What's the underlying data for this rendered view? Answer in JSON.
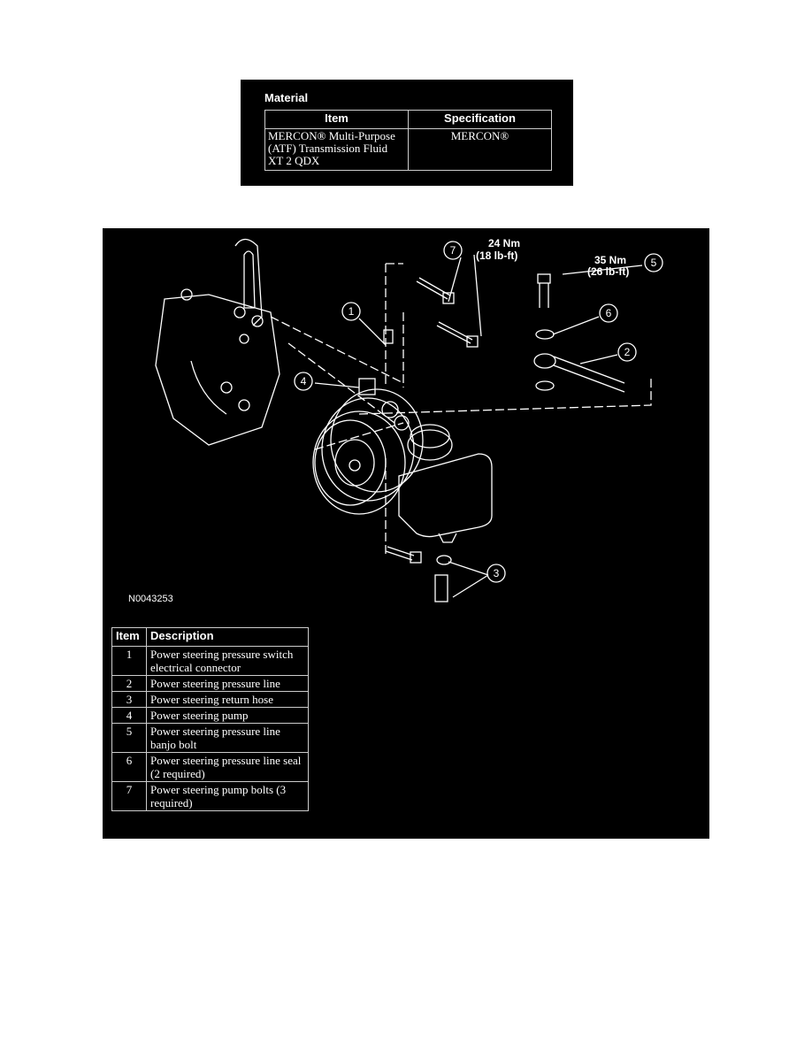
{
  "material": {
    "title": "Material",
    "headers": [
      "Item",
      "Specification"
    ],
    "rows": [
      {
        "item": "MERCON® Multi-Purpose (ATF) Transmission Fluid XT 2 QDX",
        "spec": "MERCON®"
      }
    ]
  },
  "diagram": {
    "figure_id": "N0043253",
    "callouts": {
      "c1": "1",
      "c2": "2",
      "c3": "3",
      "c4": "4",
      "c5": "5",
      "c6": "6",
      "c7": "7"
    },
    "torque_7": {
      "nm": "24 Nm",
      "lbft": "(18 lb-ft)"
    },
    "torque_5": {
      "nm": "35 Nm",
      "lbft": "(26 lb-ft)"
    }
  },
  "legend": {
    "headers": [
      "Item",
      "Description"
    ],
    "rows": [
      {
        "item": "1",
        "desc": "Power steering pressure switch electrical connector"
      },
      {
        "item": "2",
        "desc": "Power steering pressure line"
      },
      {
        "item": "3",
        "desc": "Power steering return hose"
      },
      {
        "item": "4",
        "desc": "Power steering pump"
      },
      {
        "item": "5",
        "desc": "Power steering pressure line banjo bolt"
      },
      {
        "item": "6",
        "desc": "Power steering pressure line seal (2 required)"
      },
      {
        "item": "7",
        "desc": "Power steering pump bolts (3 required)"
      }
    ]
  }
}
